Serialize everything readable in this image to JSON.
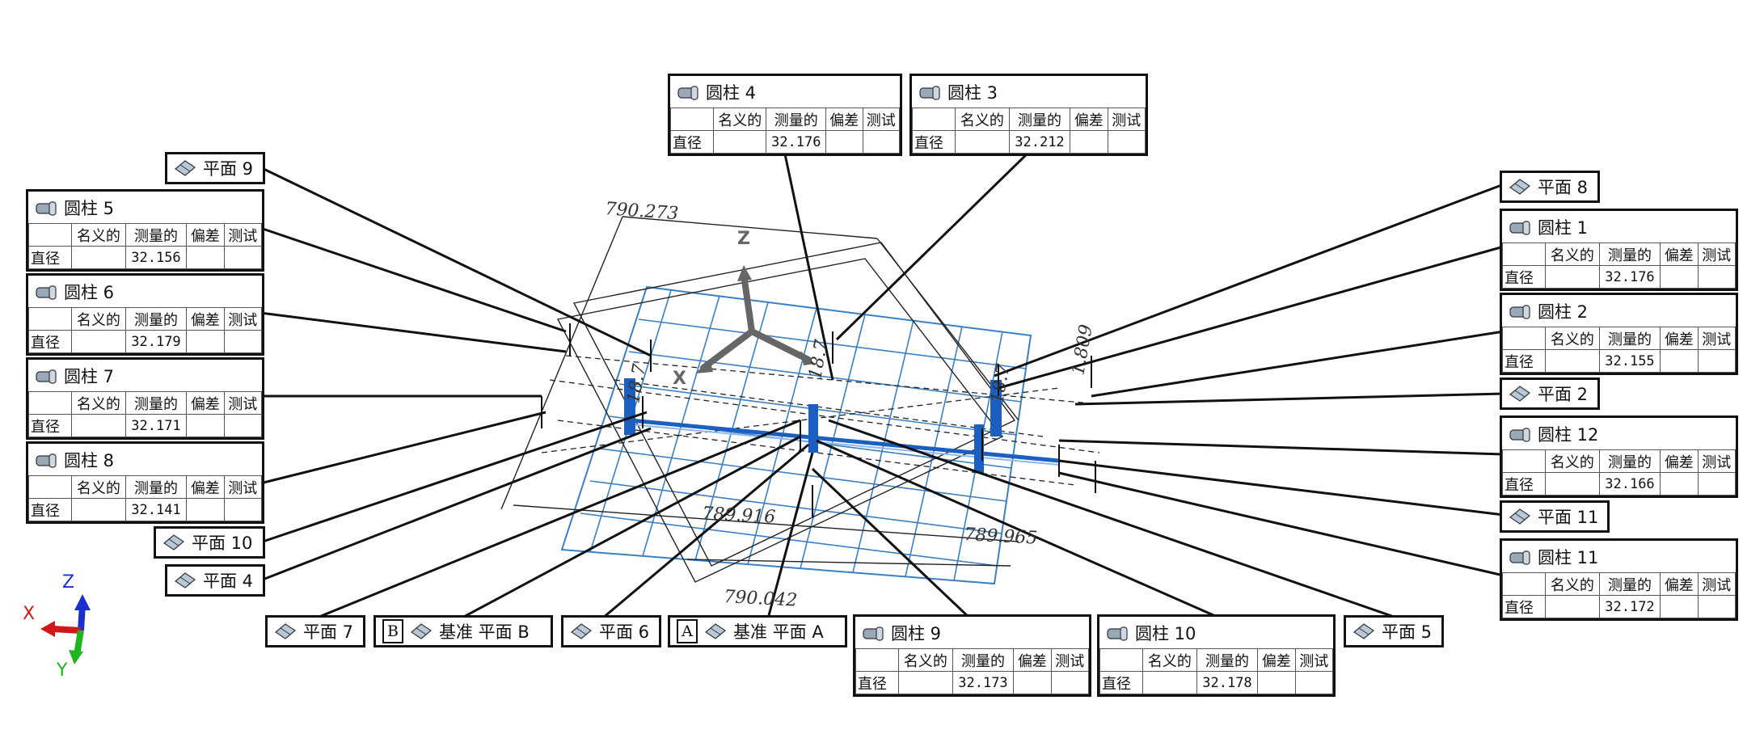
{
  "dims": [
    "790.273",
    "789.916",
    "790.042",
    "789.965",
    "18.7",
    "18.7",
    "18.7",
    "1.809"
  ],
  "axis_triad": {
    "x": "X",
    "y": "Y",
    "z": "Z"
  },
  "part_axes": {
    "x": "X",
    "z": "Z"
  },
  "table_columns": [
    "名义的",
    "测量的",
    "偏差",
    "测试"
  ],
  "row_label": "直径",
  "cylinders": [
    {
      "name": "圆柱 4",
      "measured": "32.176"
    },
    {
      "name": "圆柱 3",
      "measured": "32.212"
    },
    {
      "name": "圆柱 5",
      "measured": "32.156"
    },
    {
      "name": "圆柱 6",
      "measured": "32.179"
    },
    {
      "name": "圆柱 7",
      "measured": "32.171"
    },
    {
      "name": "圆柱 8",
      "measured": "32.141"
    },
    {
      "name": "圆柱 1",
      "measured": "32.176"
    },
    {
      "name": "圆柱 2",
      "measured": "32.155"
    },
    {
      "name": "圆柱 12",
      "measured": "32.166"
    },
    {
      "name": "圆柱 11",
      "measured": "32.172"
    },
    {
      "name": "圆柱 9",
      "measured": "32.173"
    },
    {
      "name": "圆柱 10",
      "measured": "32.178"
    }
  ],
  "planes": [
    {
      "name": "平面 9"
    },
    {
      "name": "平面 8"
    },
    {
      "name": "平面 2"
    },
    {
      "name": "平面 11"
    },
    {
      "name": "平面 10"
    },
    {
      "name": "平面 4"
    },
    {
      "name": "平面 7"
    },
    {
      "name": "基准 平面 B",
      "datum": "B"
    },
    {
      "name": "平面 6"
    },
    {
      "name": "基准 平面 A",
      "datum": "A"
    },
    {
      "name": "平面 5"
    }
  ]
}
